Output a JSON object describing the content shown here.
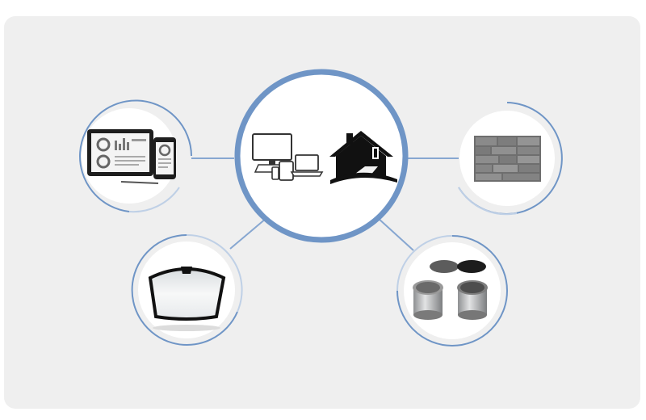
{
  "colors": {
    "background": "#efefef",
    "ring": "#6f95c6",
    "ring_light": "#a9c0dd",
    "connector": "#87a7d1",
    "icon": "#222222",
    "white": "#ffffff"
  },
  "hub": {
    "icons": [
      "desktop-monitor-icon",
      "laptop-icon",
      "tablet-icon",
      "phone-icon",
      "house-icon"
    ]
  },
  "satellites": [
    {
      "id": "displays",
      "icon": "tablet-and-phone-dashboard-icon"
    },
    {
      "id": "stone",
      "icon": "stone-wall-texture-icon"
    },
    {
      "id": "windshield",
      "icon": "car-windshield-icon"
    },
    {
      "id": "paint",
      "icon": "paint-cans-icon"
    }
  ]
}
